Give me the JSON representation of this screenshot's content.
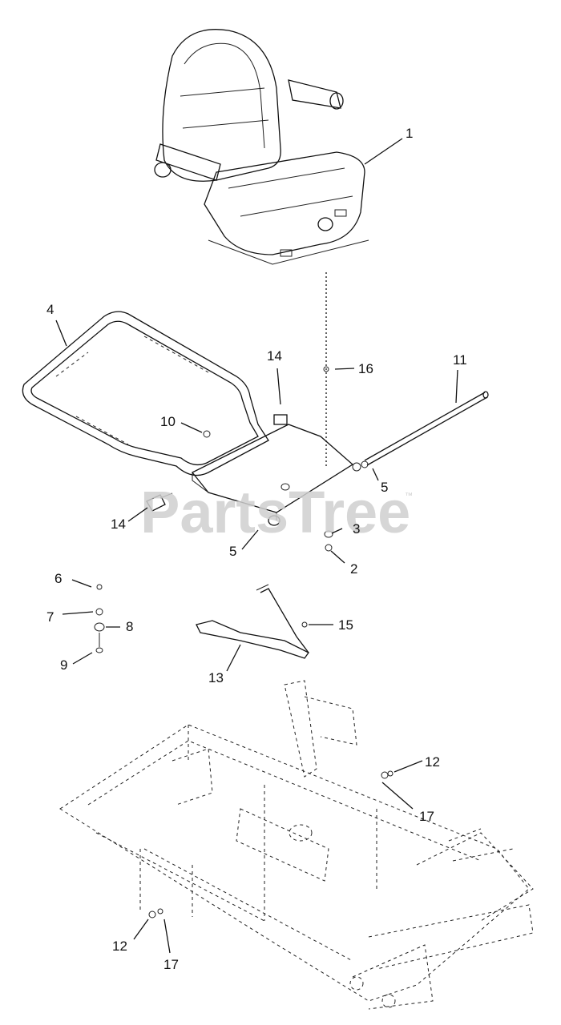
{
  "watermark": {
    "text": "PartsTree",
    "trademark": "™"
  },
  "callouts": [
    "1",
    "4",
    "14",
    "16",
    "11",
    "10",
    "5",
    "14",
    "5",
    "3",
    "2",
    "6",
    "7",
    "8",
    "9",
    "15",
    "13",
    "12",
    "17",
    "12",
    "17"
  ]
}
